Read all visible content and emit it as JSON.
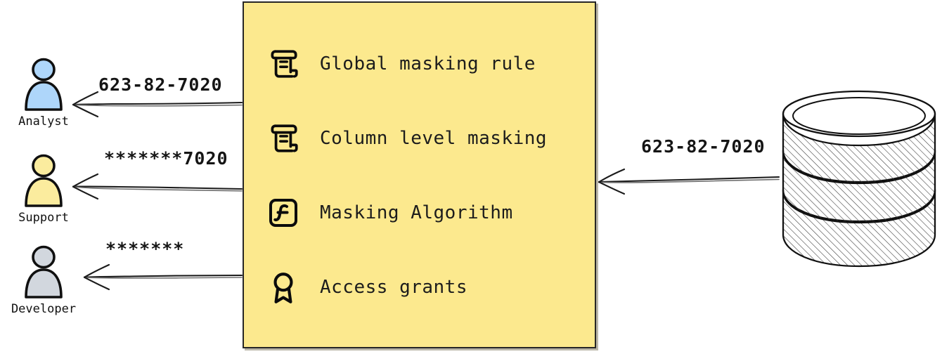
{
  "diagram": {
    "type": "data-masking-flow",
    "background_color": "#ffffff",
    "panel": {
      "name": "masking-policy-panel",
      "fill_color": "#fce98e",
      "border_color": "#262626",
      "items": [
        {
          "icon": "scroll-icon",
          "label": "Global masking rule"
        },
        {
          "icon": "scroll-icon",
          "label": "Column level masking"
        },
        {
          "icon": "function-icon",
          "label": "Masking Algorithm"
        },
        {
          "icon": "award-icon",
          "label": "Access grants"
        }
      ]
    },
    "actors": [
      {
        "icon": "person-icon",
        "label": "Analyst",
        "color": "#aed6fa"
      },
      {
        "icon": "person-icon",
        "label": "Support",
        "color": "#fbec9e"
      },
      {
        "icon": "person-icon",
        "label": "Developer",
        "color": "#d2d7de"
      }
    ],
    "flows": [
      {
        "name": "flow-analyst",
        "label": "623-82-7020",
        "direction": "panel-to-analyst"
      },
      {
        "name": "flow-support",
        "label": "*******7020",
        "direction": "panel-to-support"
      },
      {
        "name": "flow-developer",
        "label": "*******",
        "direction": "panel-to-developer"
      },
      {
        "name": "flow-database",
        "label": "623-82-7020",
        "direction": "database-to-panel"
      }
    ],
    "database": {
      "name": "database-cylinder",
      "style": "hand-drawn-hatched",
      "disc_count": 3
    }
  }
}
